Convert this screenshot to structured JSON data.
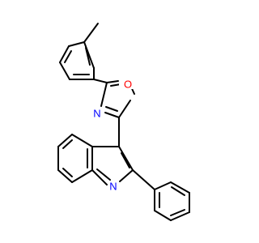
{
  "molecule": {
    "atoms": {
      "n_ox": {
        "symbol": "N",
        "color": "#0000ff"
      },
      "o_ox": {
        "symbol": "O",
        "color": "#ff0000"
      },
      "n_quin": {
        "symbol": "N",
        "color": "#0000ff"
      }
    }
  },
  "colors": {
    "bond": "#000000",
    "nitrogen": "#0000ff",
    "oxygen": "#ff0000",
    "background": "#ffffff"
  }
}
